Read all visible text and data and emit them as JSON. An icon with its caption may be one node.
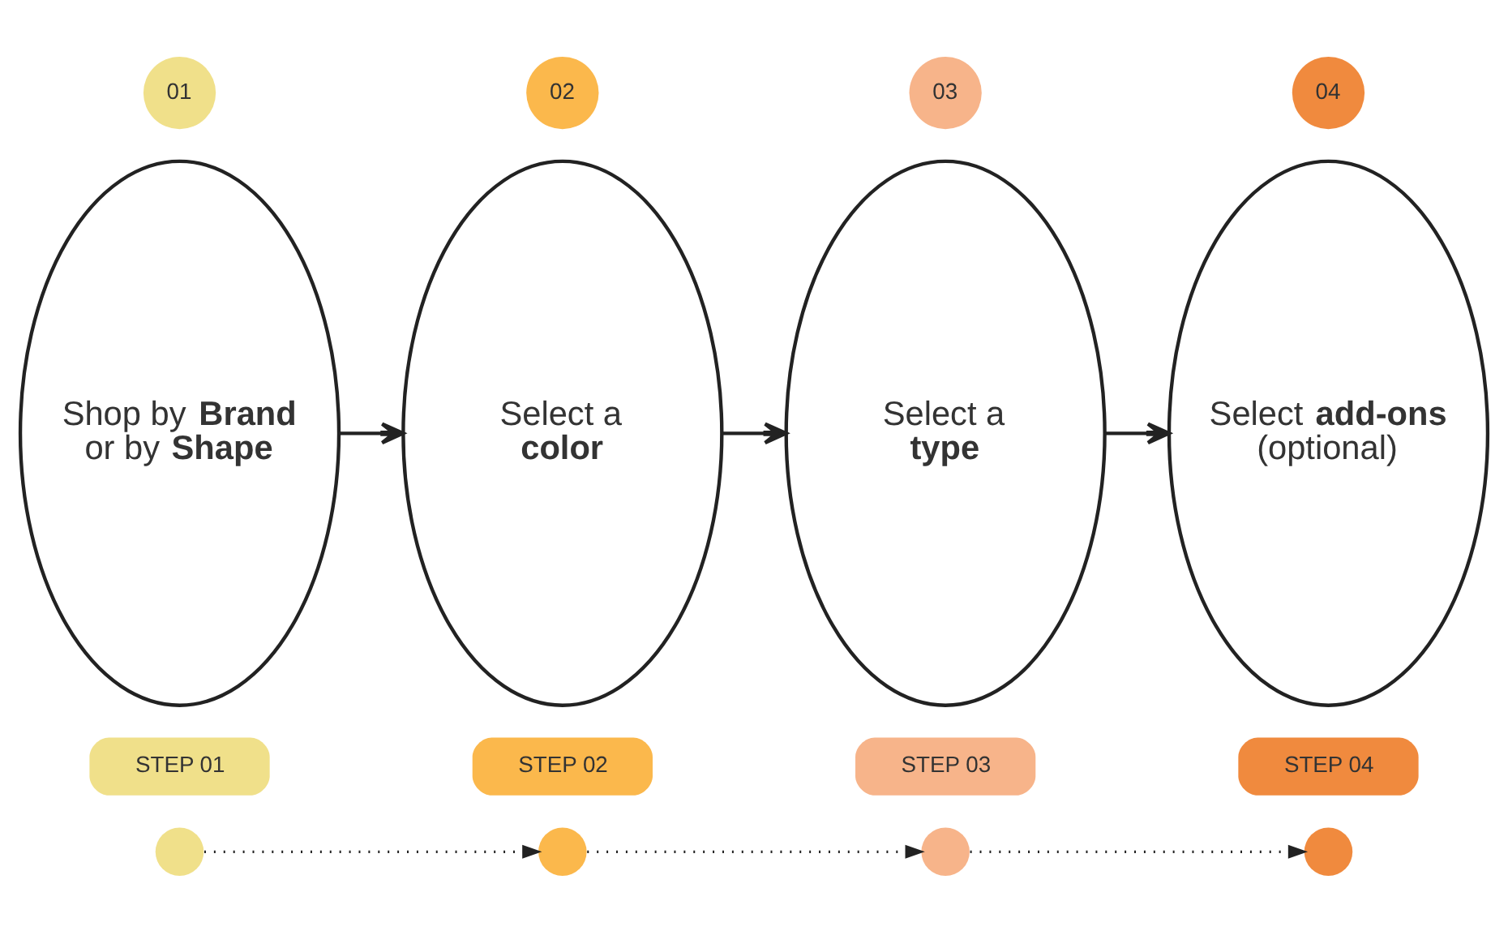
{
  "diagram": {
    "nodes": [
      {
        "text": [
          "01"
        ]
      },
      {
        "text": [
          "02"
        ]
      },
      {
        "text": [
          "03"
        ]
      },
      {
        "text": [
          "04"
        ]
      },
      {
        "text": [
          "Shop by **Brand** or by **Shape**"
        ]
      },
      {
        "text": [
          "Select a **color**"
        ]
      },
      {
        "text": [
          "Select a **type**"
        ]
      },
      {
        "text": [
          "Select **add-ons** (optional)"
        ]
      },
      {
        "text": [
          "STEP 01"
        ]
      },
      {
        "text": [
          "STEP 02"
        ]
      },
      {
        "text": [
          "STEP 03"
        ]
      },
      {
        "text": [
          "STEP 04"
        ]
      },
      {
        "text": [],
        "shape": "circle"
      },
      {
        "text": [],
        "shape": "circle"
      },
      {
        "text": [],
        "shape": "circle"
      },
      {
        "text": [],
        "shape": "circle"
      }
    ],
    "edges": [
      {
        "from": 4,
        "to": 5,
        "arrow": "to"
      },
      {
        "from": 5,
        "to": 6,
        "arrow": "to"
      },
      {
        "from": 6,
        "to": 7,
        "arrow": "to"
      },
      {
        "from": 12,
        "to": 13,
        "arrow": "to",
        "style": "dashed"
      },
      {
        "from": 13,
        "to": 14,
        "arrow": "to",
        "style": "dashed"
      },
      {
        "from": 14,
        "to": 15,
        "arrow": "to",
        "style": "dashed"
      }
    ]
  }
}
